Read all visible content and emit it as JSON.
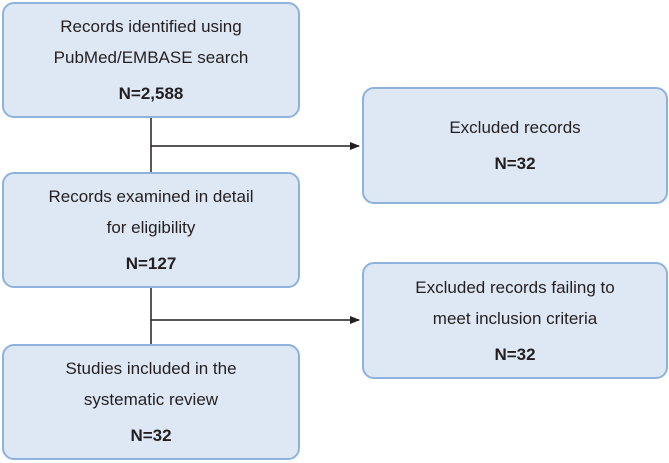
{
  "boxes": {
    "identified": {
      "lines": [
        "Records identified using",
        "PubMed/EMBASE search"
      ],
      "count": "N=2,588"
    },
    "examined": {
      "lines": [
        "Records examined in detail",
        "for eligibility"
      ],
      "count": "N=127"
    },
    "included": {
      "lines": [
        "Studies included in the",
        "systematic review"
      ],
      "count": "N=32"
    },
    "excluded": {
      "lines": [
        "Excluded records"
      ],
      "count": "N=32"
    },
    "excluded_criteria": {
      "lines": [
        "Excluded records failing to",
        "meet inclusion criteria"
      ],
      "count": "N=32"
    }
  },
  "colors": {
    "box_fill": "#dde8f4",
    "box_border": "#8fb2dc",
    "connector": "#231f20"
  }
}
